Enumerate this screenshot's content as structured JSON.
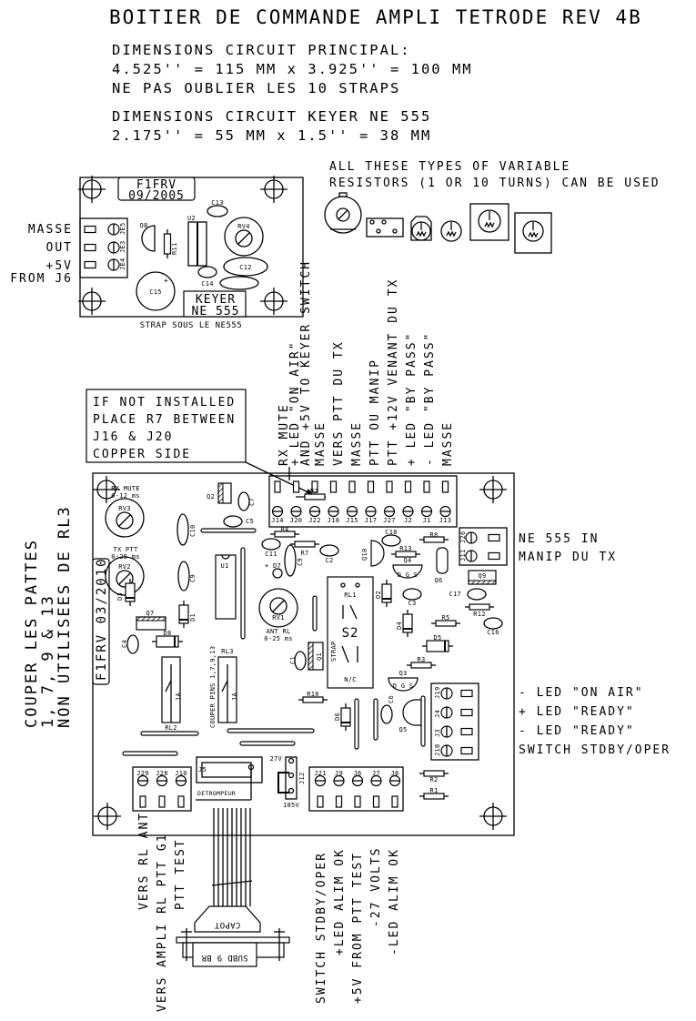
{
  "header": {
    "title": "BOITIER DE COMMANDE AMPLI TETRODE REV 4B",
    "main_dims_label": "DIMENSIONS CIRCUIT PRINCIPAL:",
    "main_dims_value": "4.525'' = 115 MM x 3.925'' = 100 MM",
    "straps_note": "NE PAS OUBLIER LES 10 STRAPS",
    "keyer_dims_label": "DIMENSIONS CIRCUIT KEYER NE 555",
    "keyer_dims_value": "2.175'' = 55 MM x 1.5'' = 38 MM"
  },
  "resistor_note": {
    "line1": "ALL THESE TYPES OF VARIABLE",
    "line2": "RESISTORS (1 OR 10 TURNS) CAN BE USED"
  },
  "keyer_board": {
    "stamp_line1": "F1FRV",
    "stamp_line2": "09/2005",
    "name_line1": "KEYER",
    "name_line2": "NE 555",
    "footer": "STRAP SOUS LE NE555",
    "side_labels": [
      "MASSE",
      "OUT",
      "+5V",
      "FROM J6"
    ],
    "connectors": [
      "JE5",
      "JE3",
      "JE4"
    ],
    "components": {
      "q": "Q8",
      "r": "R11",
      "u": "U2",
      "rv": "RV4",
      "c13": "C13",
      "c12": "C12",
      "c14": "C14",
      "c15": "C15",
      "plus": "+"
    }
  },
  "note_box": {
    "lines": [
      "IF NOT INSTALLED",
      "PLACE R7 BETWEEN",
      "J16 & J20",
      "COPPER SIDE"
    ]
  },
  "top_terminal_labels": [
    "RX MUTE",
    "+ LED \"ON AIR\"",
    "AND +5V TO KEYER SWITCH",
    "MASSE",
    "VERS PTT DU TX",
    "MASSE",
    "PTT OU MANIP",
    "PTT +12V VENANT DU TX",
    "+ LED \"BY PASS\"",
    "- LED \"BY PASS\"",
    "MASSE"
  ],
  "top_terminals": [
    "J14",
    "J20",
    "J22",
    "J18",
    "J15",
    "J17",
    "J27",
    "J2",
    "J1",
    "J13"
  ],
  "left_note": {
    "line1": "COUPER LES PATTES",
    "line2": "1, 7, 9 & 13",
    "line3": "NON UTILISEES DE RL3"
  },
  "main_board": {
    "stamp": "F1FRV 03/2010",
    "rv3_title": "RX MUTE",
    "rv3_range": "0-12 ms",
    "rv2_title": "TX PTT",
    "rv2_range": "0-25 ms",
    "rv1_title": "ANT RL",
    "rv1_range": "0-25 ms",
    "relay_note": "COUPER PINS 1,7,9,13",
    "s2_label": "S2",
    "s2_sub": "N/C",
    "strap_label": "STRAP",
    "detrompeur": "DETROMPEUR",
    "v27": "27V",
    "v105": "105V",
    "components": {
      "rv3": "RV3",
      "rv2": "RV2",
      "rv1": "RV1",
      "q2": "Q2",
      "c7": "C7",
      "c5": "C5",
      "c10": "C10",
      "c9": "C9",
      "u1": "U1",
      "d3": "D3",
      "d1": "D1",
      "q7": "Q7",
      "d8": "D8",
      "c4": "C4",
      "rl2": "RL2",
      "rl3": "RL3",
      "r4": "R4",
      "r7": "R7",
      "c11": "C11",
      "d7": "+ D7",
      "c9b": "C9",
      "c2": "C2",
      "q10": "Q10",
      "c18": "C18",
      "r13": "R13",
      "q4": "Q4",
      "r8": "R8",
      "q6": "Q6",
      "d2": "D2",
      "c3": "C3",
      "q9": "Q9",
      "c17": "C17",
      "r12": "R12",
      "c16": "C16",
      "r5": "R5",
      "d4": "D4",
      "d5": "D5",
      "r3": "R3",
      "q3": "Q3",
      "rl1": "RL1",
      "c1": "C1",
      "q1": "Q1",
      "r10": "R10",
      "d6": "D6",
      "c6": "C6",
      "q5": "Q5",
      "r2": "R2",
      "r1": "R1",
      "j5": "J5",
      "j12": "J12",
      "r7_top": "R7",
      "sgd": "S G D",
      "dgs": "D G S",
      "onea": "1A"
    },
    "keyer_conn": [
      "J26",
      "J11"
    ],
    "right_conn": [
      "J19",
      "J4",
      "J3",
      "J18"
    ],
    "bottom_left_conn": [
      "J29",
      "J28",
      "J10"
    ],
    "bottom_right_conn": [
      "J21",
      "J9",
      "J6",
      "J7",
      "J8"
    ]
  },
  "right_labels": {
    "keyer_in_1": "NE 555 IN",
    "keyer_in_2": "MANIP DU TX",
    "led_lines": [
      "- LED \"ON AIR\"",
      "+ LED \"READY\"",
      "- LED \"READY\"",
      "SWITCH STDBY/OPER"
    ]
  },
  "bottom_left_labels": [
    "VERS RL ANT",
    "VERS AMPLI RL PTT G1",
    "PTT TEST"
  ],
  "bottom_right_labels": [
    "SWITCH STDBY/OPER",
    "+LED ALIM OK",
    "+5V FROM PTT TEST",
    "-27 VOLTS",
    "-LED ALIM OK"
  ],
  "connector": {
    "capot": "CAPOT",
    "subd": "SUBD 9 BR"
  }
}
